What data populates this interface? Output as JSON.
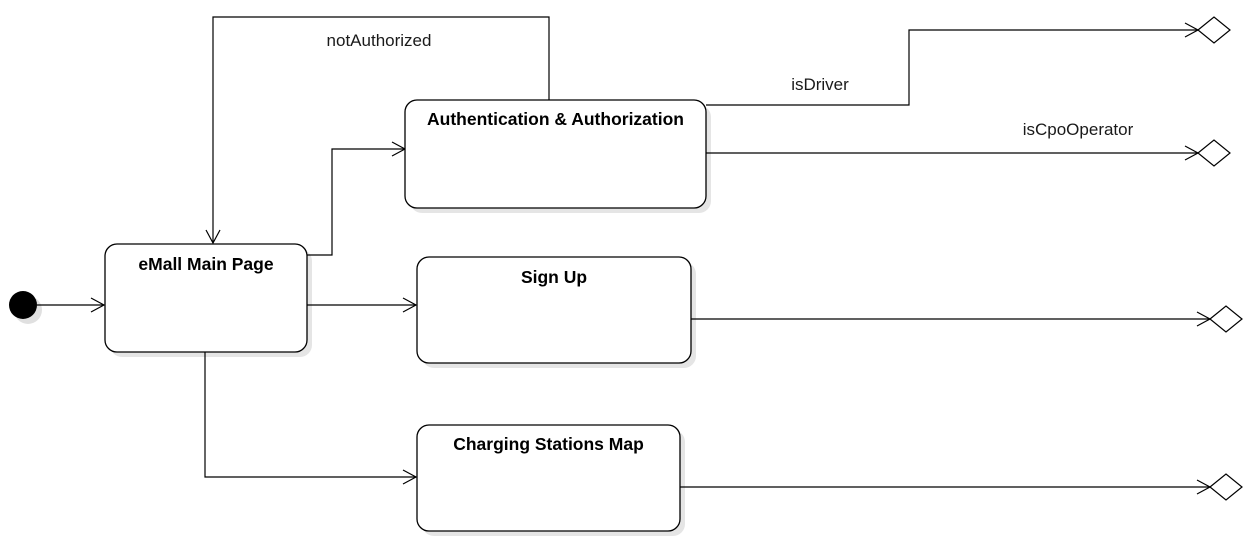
{
  "states": {
    "main": {
      "label": "eMall Main Page"
    },
    "auth": {
      "label": "Authentication & Authorization"
    },
    "signup": {
      "label": "Sign Up"
    },
    "map": {
      "label": "Charging Stations Map"
    }
  },
  "transitions": {
    "not_authorized": {
      "label": "notAuthorized"
    },
    "is_driver": {
      "label": "isDriver"
    },
    "is_cpo_operator": {
      "label": "isCpoOperator"
    }
  }
}
